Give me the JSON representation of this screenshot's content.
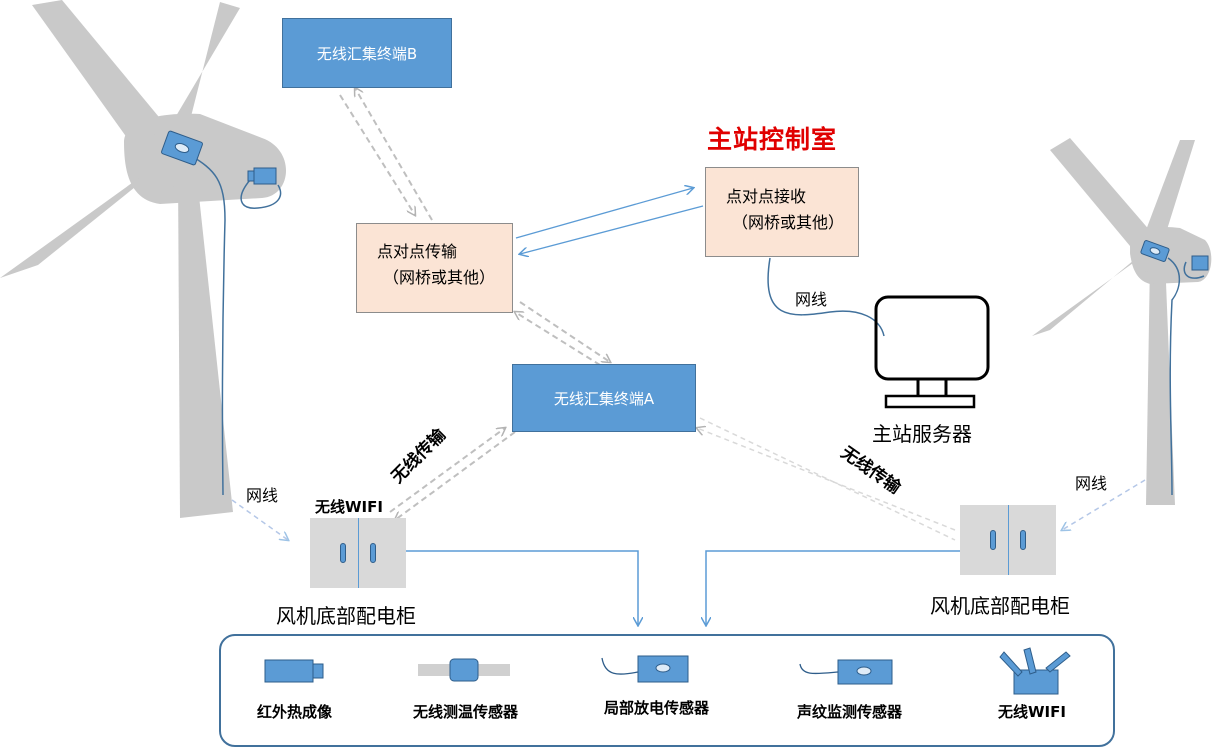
{
  "nodes": {
    "terminal_b": "无线汇集终端B",
    "terminal_a": "无线汇集终端A",
    "p2p_transmit": {
      "line1": "点对点传输",
      "line2": "（网桥或其他）"
    },
    "p2p_receive": {
      "line1": "点对点接收",
      "line2": "（网桥或其他）"
    },
    "control_room": "主站控制室",
    "main_server": "主站服务器",
    "cabinet_left": "风机底部配电柜",
    "cabinet_right": "风机底部配电柜"
  },
  "edge_labels": {
    "cable_server": "网线",
    "cable_left": "网线",
    "cable_right": "网线",
    "wireless_left": "无线传输",
    "wireless_right": "无线传输",
    "wifi_label": "无线WIFI"
  },
  "legend": [
    {
      "label": "红外热成像",
      "icon": "infrared-camera-icon"
    },
    {
      "label": "无线测温传感器",
      "icon": "temperature-sensor-icon"
    },
    {
      "label": "局部放电传感器",
      "icon": "partial-discharge-sensor-icon"
    },
    {
      "label": "声纹监测传感器",
      "icon": "acoustic-sensor-icon"
    },
    {
      "label": "无线WIFI",
      "icon": "wifi-router-icon"
    }
  ],
  "colors": {
    "accent_blue": "#5b9bd5",
    "box_peach": "#fbe4d5",
    "title_red": "#e00000",
    "turbine_gray": "#c9c9c9",
    "dashed_gray": "#bfbfbf"
  }
}
